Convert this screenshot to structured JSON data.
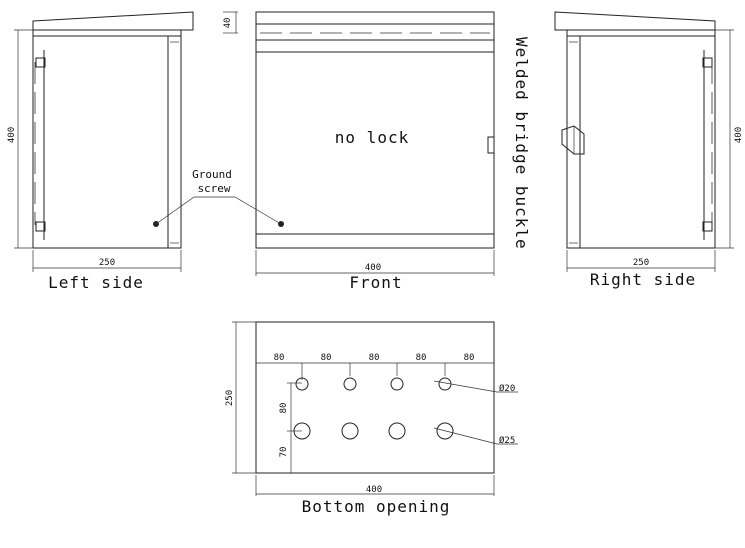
{
  "views": {
    "left_side": {
      "label": "Left side",
      "width": "250",
      "height": "400"
    },
    "front": {
      "label": "Front",
      "width": "400",
      "roof": "40",
      "note": "no lock"
    },
    "right_side": {
      "label": "Right side",
      "width": "250",
      "height": "400"
    },
    "bottom": {
      "label": "Bottom opening",
      "width": "400",
      "depth": "250",
      "spacing": [
        "80",
        "80",
        "80",
        "80",
        "80"
      ],
      "row_gap": "80",
      "row_offset": "70",
      "hole_small": "Ø20",
      "hole_large": "Ø25"
    }
  },
  "annotations": {
    "ground_screw_line1": "Ground",
    "ground_screw_line2": "screw",
    "welded": "Welded bridge buckle"
  }
}
